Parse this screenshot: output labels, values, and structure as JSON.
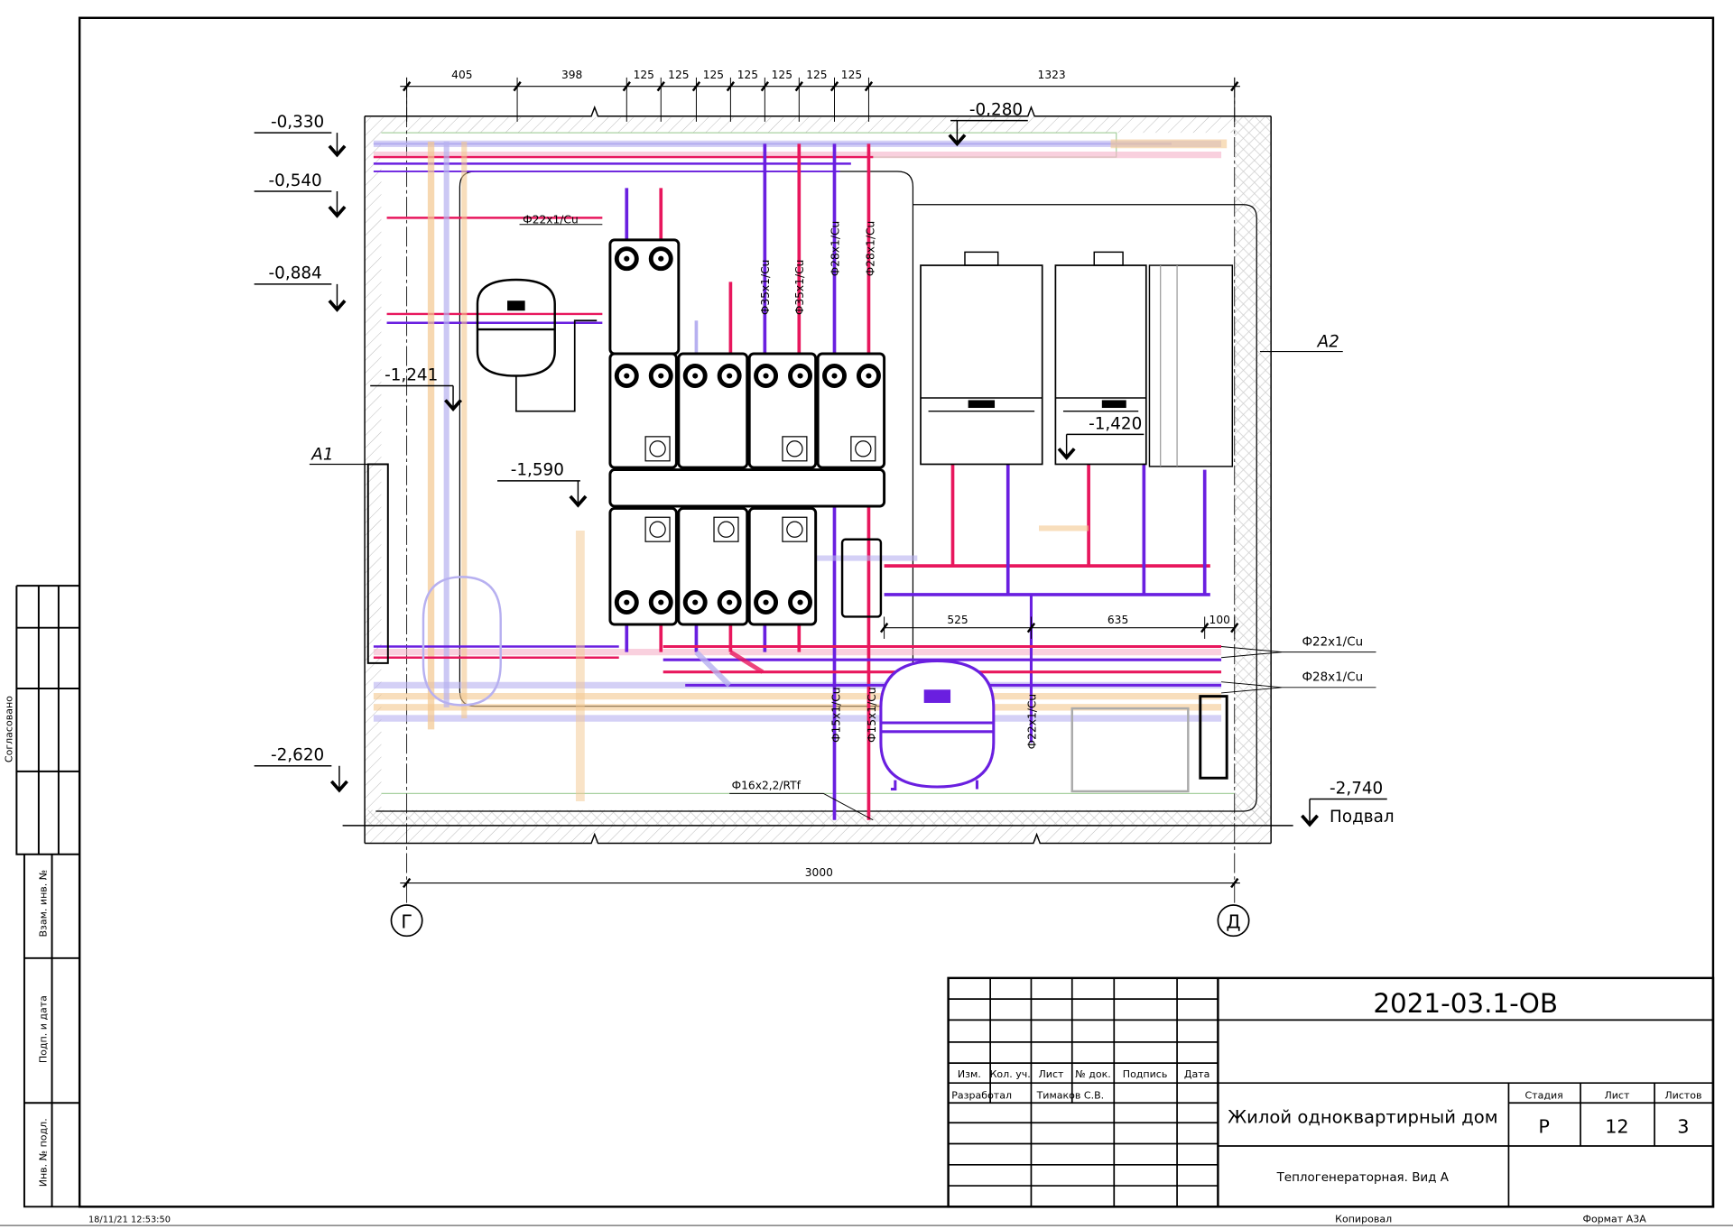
{
  "drawing": {
    "timestamp": "18/11/21 12:53:50",
    "copied": "Копировал",
    "format": "Формат А3А",
    "dimensions_top": [
      "405",
      "398",
      "125",
      "125",
      "125",
      "125",
      "125",
      "125",
      "125",
      "1323"
    ],
    "dimension_bottom": "3000",
    "dimensions_right": [
      "525",
      "635",
      "100"
    ],
    "axes": [
      "Г",
      "Д"
    ],
    "views": [
      "А1",
      "А2"
    ],
    "elevations": [
      "-0,330",
      "-0,540",
      "-0,884",
      "-1,241",
      "-1,590",
      "-2,620",
      "-0,280",
      "-1,420",
      "-2,740"
    ],
    "level_name": "Подвал",
    "pipe_labels": {
      "p22_top": "Ф22x1/Cu",
      "p35_a": "Ф35x1/Cu",
      "p35_b": "Ф35x1/Cu",
      "p28_a": "Ф28x1/Cu",
      "p28_b": "Ф28x1/Cu",
      "p15_a": "Ф15x1/Cu",
      "p15_b": "Ф15x1/Cu",
      "p22_vert": "Ф22x1/Cu",
      "p16": "Ф16x2,2/RTf",
      "p22_right": "Ф22x1/Cu",
      "p28_right": "Ф28x1/Cu"
    },
    "colors": {
      "supply": "#e8175d",
      "return": "#6a1fe0",
      "faint_orange": "#f4c890",
      "faint_blue": "#b7b0f0",
      "green": "#a8d0a0"
    }
  },
  "side_stamp": {
    "agreed": "Согласовано",
    "replace_inv": "Взам. инв. №",
    "sign_date": "Подп. и дата",
    "inv_orig": "Инв. № подл."
  },
  "title_block": {
    "doc_number": "2021-03.1-ОВ",
    "headers": [
      "Изм.",
      "Кол. уч.",
      "Лист",
      "№ док.",
      "Подпись",
      "Дата"
    ],
    "developed_label": "Разработал",
    "developer": "Тимаков С.В.",
    "project": "Жилой одноквартирный дом",
    "sheet_title": "Теплогенераторная. Вид А",
    "stage_label": "Стадия",
    "sheet_label": "Лист",
    "sheets_label": "Листов",
    "stage": "Р",
    "sheet": "12",
    "sheets": "3"
  }
}
